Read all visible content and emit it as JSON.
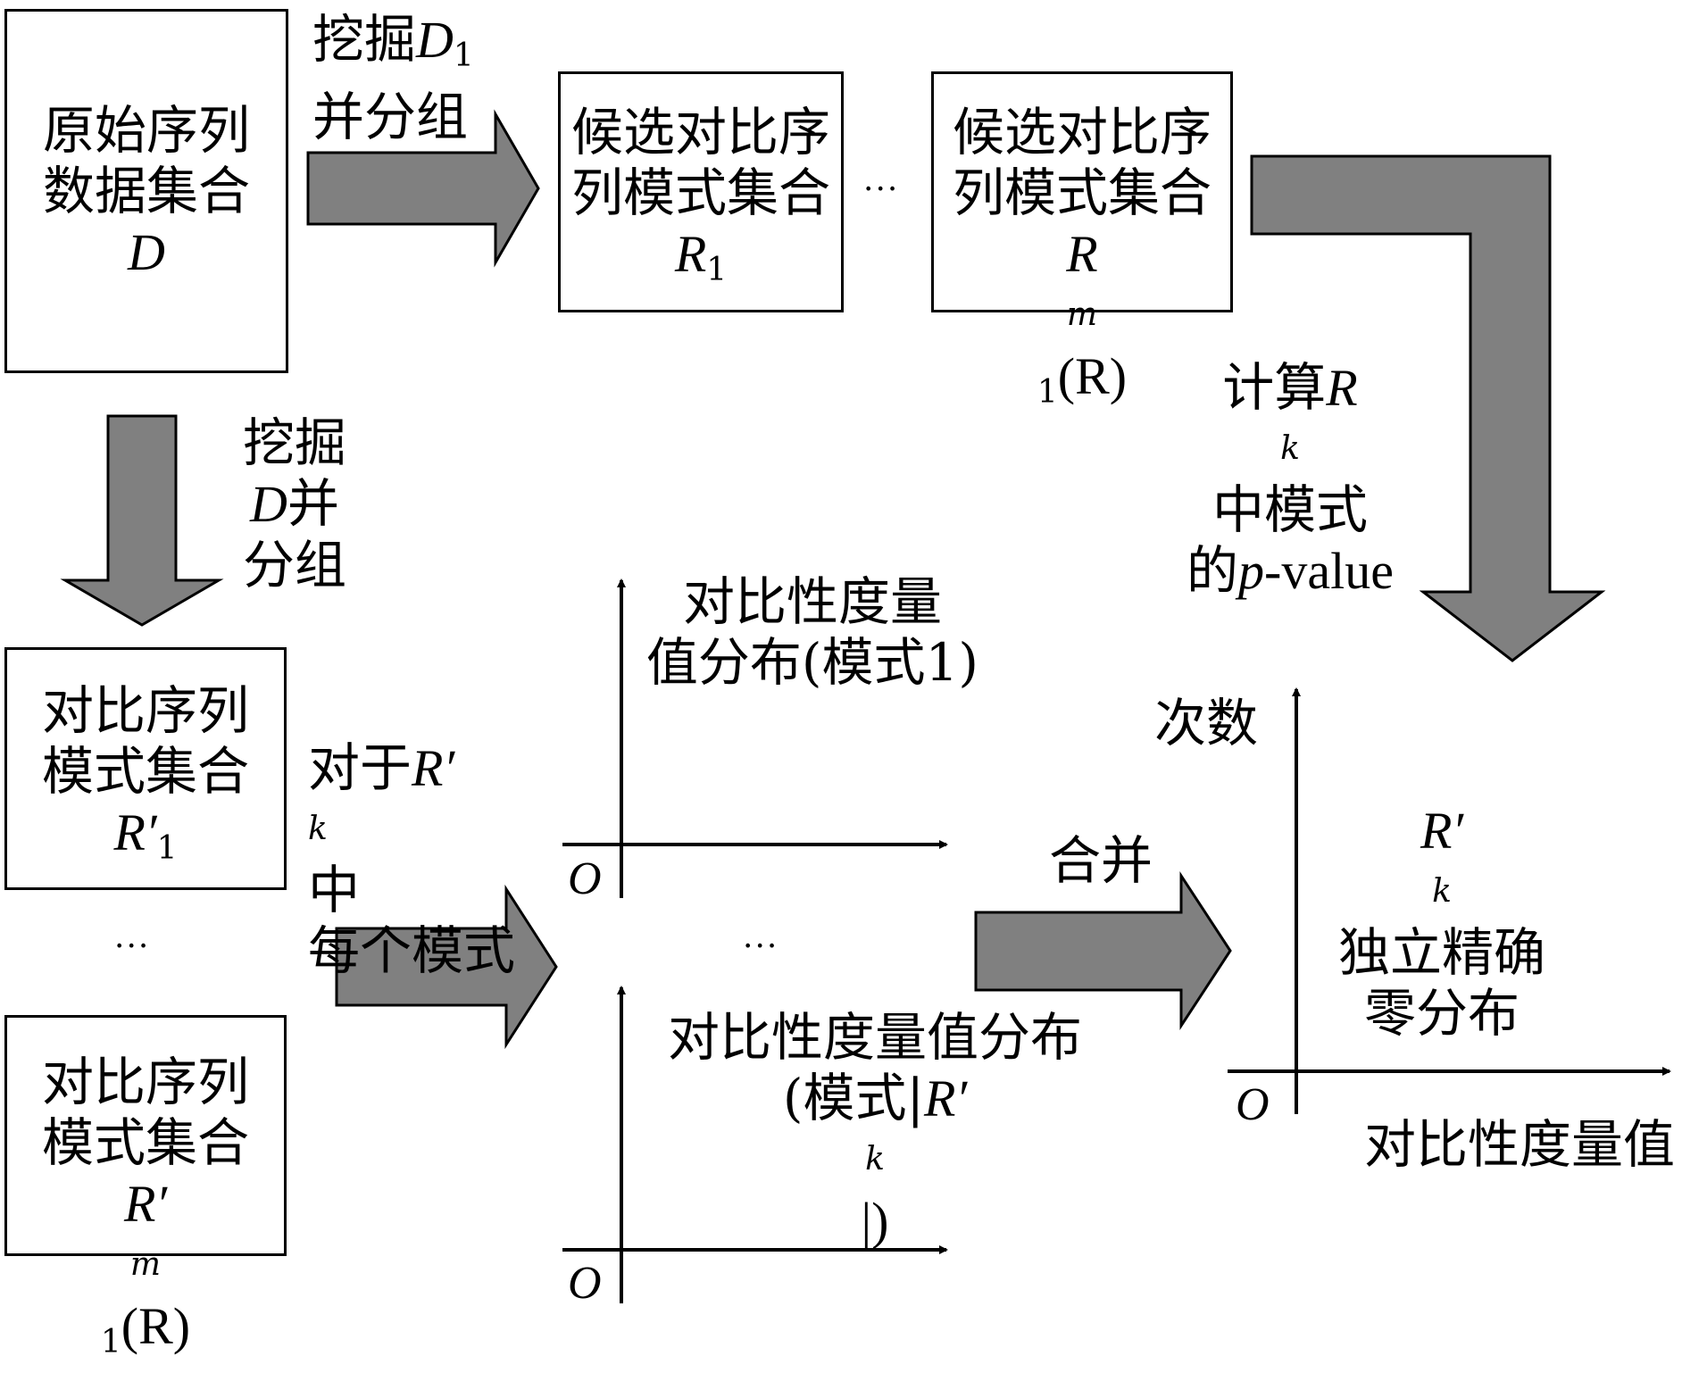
{
  "nodes": {
    "original_data": {
      "line1": "原始序列",
      "line2": "数据集合",
      "symbol": "D"
    },
    "candidate_r1": {
      "line1": "候选对比序",
      "line2": "列模式集合",
      "symbol": "R",
      "sub": "1"
    },
    "candidate_rm": {
      "line1": "候选对比序",
      "line2": "列模式集合",
      "symbol": "R",
      "sub_italic": "m",
      "sub": "1",
      "tail": "(R)"
    },
    "contrast_r1": {
      "line1": "对比序列",
      "line2": "模式集合",
      "symbol": "R′",
      "sub": "1"
    },
    "contrast_rm": {
      "line1": "对比序列",
      "line2": "模式集合",
      "symbol": "R′",
      "sub_italic": "m",
      "sub": "1",
      "tail": "(R)"
    }
  },
  "edges": {
    "mine_d1": {
      "line1_a": "挖掘",
      "line1_b": "D",
      "line1_sub": "1",
      "line2": "并分组"
    },
    "mine_d": {
      "line1": "挖掘",
      "line2_a": "D",
      "line2_b": "并",
      "line3": "分组"
    },
    "pvalue": {
      "line1_a": "计算",
      "line1_b": "R",
      "line1_sub": "k",
      "line1_c": "中模式",
      "line2_a": "的",
      "line2_b": "p",
      "line2_c": "-value"
    },
    "each_pattern": {
      "line1_a": "对于",
      "line1_b": "R′",
      "line1_sub": "k",
      "line1_c": "中",
      "line2": "每个模式"
    },
    "merge": {
      "label": "合并"
    }
  },
  "ellipsis": "···",
  "plots": {
    "dist1": {
      "line1": "对比性度量",
      "line2": "值分布(模式1)",
      "origin": "O"
    },
    "dist_k": {
      "line1": "对比性度量值分布",
      "line2_a": "(模式|",
      "line2_b": "R′",
      "line2_sub": "k",
      "line2_c": "|)",
      "origin": "O"
    },
    "null_dist": {
      "ylabel": "次数",
      "xlabel": "对比性度量值",
      "origin": "O",
      "title_sym": "R′",
      "title_sub": "k",
      "title_line2": "独立精确",
      "title_line3": "零分布"
    }
  },
  "colors": {
    "arrow_fill": "#808080",
    "stroke": "#000000"
  }
}
